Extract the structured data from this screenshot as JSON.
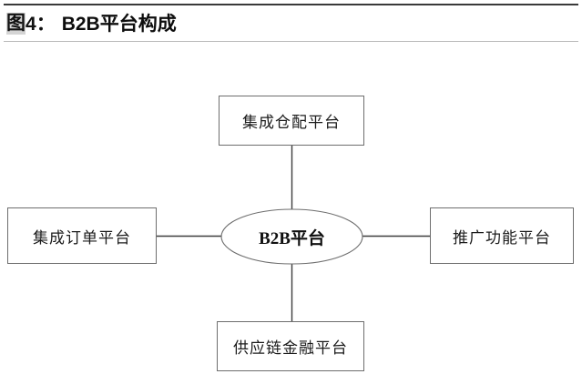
{
  "header": {
    "figure_mark": "图",
    "figure_number": "4",
    "colon": "：",
    "title": "B2B平台构成",
    "rule_color_top": "#3a3a3a",
    "rule_color_bottom": "#b9b9b9",
    "mark_highlight_color": "#d4d4d4"
  },
  "diagram": {
    "type": "hub-and-spoke",
    "center": {
      "shape": "ellipse",
      "label": "B2B平台",
      "stroke_color": "#6e6e6e",
      "fill_color": "#ffffff"
    },
    "nodes": [
      {
        "id": "top",
        "label": "集成仓配平台",
        "position": "top"
      },
      {
        "id": "left",
        "label": "集成订单平台",
        "position": "left"
      },
      {
        "id": "right",
        "label": "推广功能平台",
        "position": "right"
      },
      {
        "id": "bottom",
        "label": "供应链金融平台",
        "position": "bottom"
      }
    ],
    "connectors": [
      {
        "from": "top",
        "to": "center",
        "orientation": "vertical"
      },
      {
        "from": "left",
        "to": "center",
        "orientation": "horizontal"
      },
      {
        "from": "right",
        "to": "center",
        "orientation": "horizontal"
      },
      {
        "from": "bottom",
        "to": "center",
        "orientation": "vertical"
      }
    ],
    "box_stroke_color": "#6e6e6e",
    "connector_color": "#3d3d3d"
  }
}
